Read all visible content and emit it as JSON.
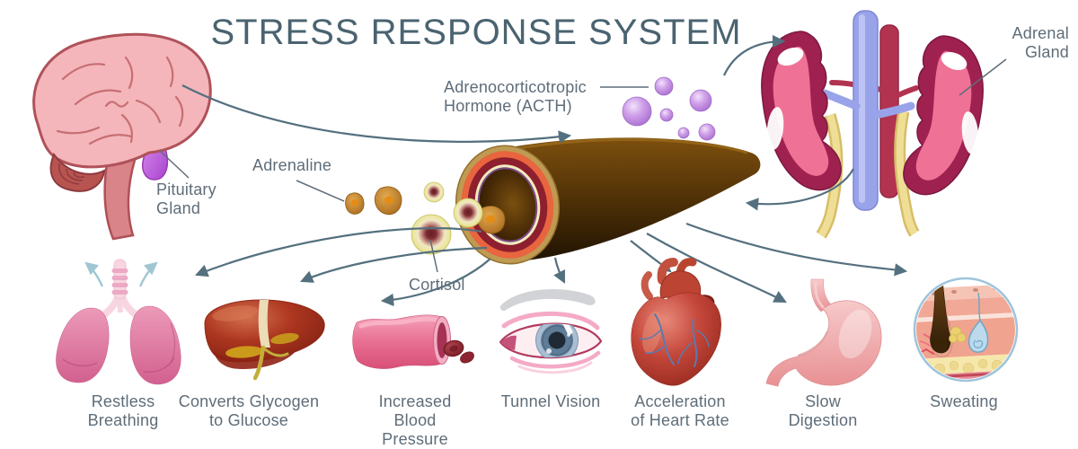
{
  "title": "STRESS RESPONSE SYSTEM",
  "annotations": {
    "pituitary_gland": "Pituitary Gland",
    "acth": "Adrenocorticotropic Hormone (ACTH)",
    "adrenal_gland": "Adrenal Gland",
    "adrenaline": "Adrenaline",
    "cortisol": "Cortisol"
  },
  "effects": [
    {
      "organ": "lungs",
      "label": "Restless Breathing"
    },
    {
      "organ": "liver",
      "label": "Converts Glycogen to Glucose"
    },
    {
      "organ": "blood-vessel",
      "label": "Increased Blood Pressure"
    },
    {
      "organ": "eye",
      "label": "Tunnel Vision"
    },
    {
      "organ": "heart",
      "label": "Acceleration of Heart Rate"
    },
    {
      "organ": "stomach",
      "label": "Slow Digestion"
    },
    {
      "organ": "skin",
      "label": "Sweating"
    }
  ],
  "colors": {
    "background": "#ffffff",
    "title_text": "#4a6370",
    "label_text": "#5f6d79",
    "flow_arrow": "#54707f",
    "breath_arrow": "#9fc6d3",
    "acth_bubble": "#b784da",
    "adrenaline_blob": "#c08a32",
    "cortisol_sphere": "#e9e49c",
    "brain_pink": "#f4b6ba",
    "pituitary_purple": "#b44fd0",
    "kidney_maroon": "#9e2150",
    "kidney_pink": "#ef7296",
    "vessel_brown": "#4a2e06"
  }
}
